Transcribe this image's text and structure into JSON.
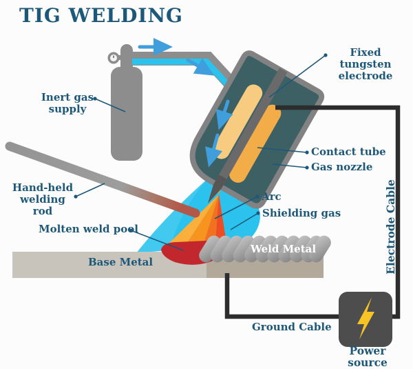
{
  "title": "TIG WELDING",
  "labels": {
    "inert_gas_supply": {
      "line1": "Inert gas",
      "line2": "supply"
    },
    "fixed_tungsten_electrode": {
      "line1": "Fixed tungsten",
      "line2": "electrode"
    },
    "contact_tube": "Contact tube",
    "gas_nozzle": "Gas nozzle",
    "hand_held_welding_rod": {
      "line1": "Hand-held",
      "line2": "welding rod"
    },
    "arc": "Arc",
    "shielding_gas": "Shielding gas",
    "molten_weld_pool": "Molten weld pool",
    "base_metal": "Base Metal",
    "weld_metal": "Weld Metal",
    "electrode_cable": "Electrode Cable",
    "ground_cable": "Ground Cable",
    "power_source": "Power source"
  },
  "icons": {
    "lightning_bolt": "power-source-bolt",
    "gauge": "pressure-gauge",
    "flow_arrows": "gas-flow-direction"
  },
  "colors": {
    "label_text": "#1d5878",
    "background": "#fcfcfc",
    "cylinder_gray": "#8d8d8d",
    "hose_cyan": "#2bc2ee",
    "arrow_blue": "#3f9edb",
    "torch_teal": "#3d6064",
    "torch_rim_gray": "#828282",
    "contact_tube_light": "#f8cc80",
    "contact_tube_dark": "#f2ad49",
    "electrode_gray": "#6a6a6a",
    "arc_orange_1": "#fbb03c",
    "arc_orange_2": "#f7941f",
    "arc_orange_3": "#f3701f",
    "arc_orange_4": "#ee4d23",
    "molten_pool_red": "#c1272d",
    "base_metal_gray": "#c8c4bb",
    "weld_zone_tan": "#b2a99b",
    "weld_bead_gray": "#9a9a9a",
    "cable_black": "#2d2d2d",
    "power_box_gray": "#4d4d4d",
    "bolt_yellow": "#f8c327",
    "weld_metal_text": "#ffffff"
  }
}
